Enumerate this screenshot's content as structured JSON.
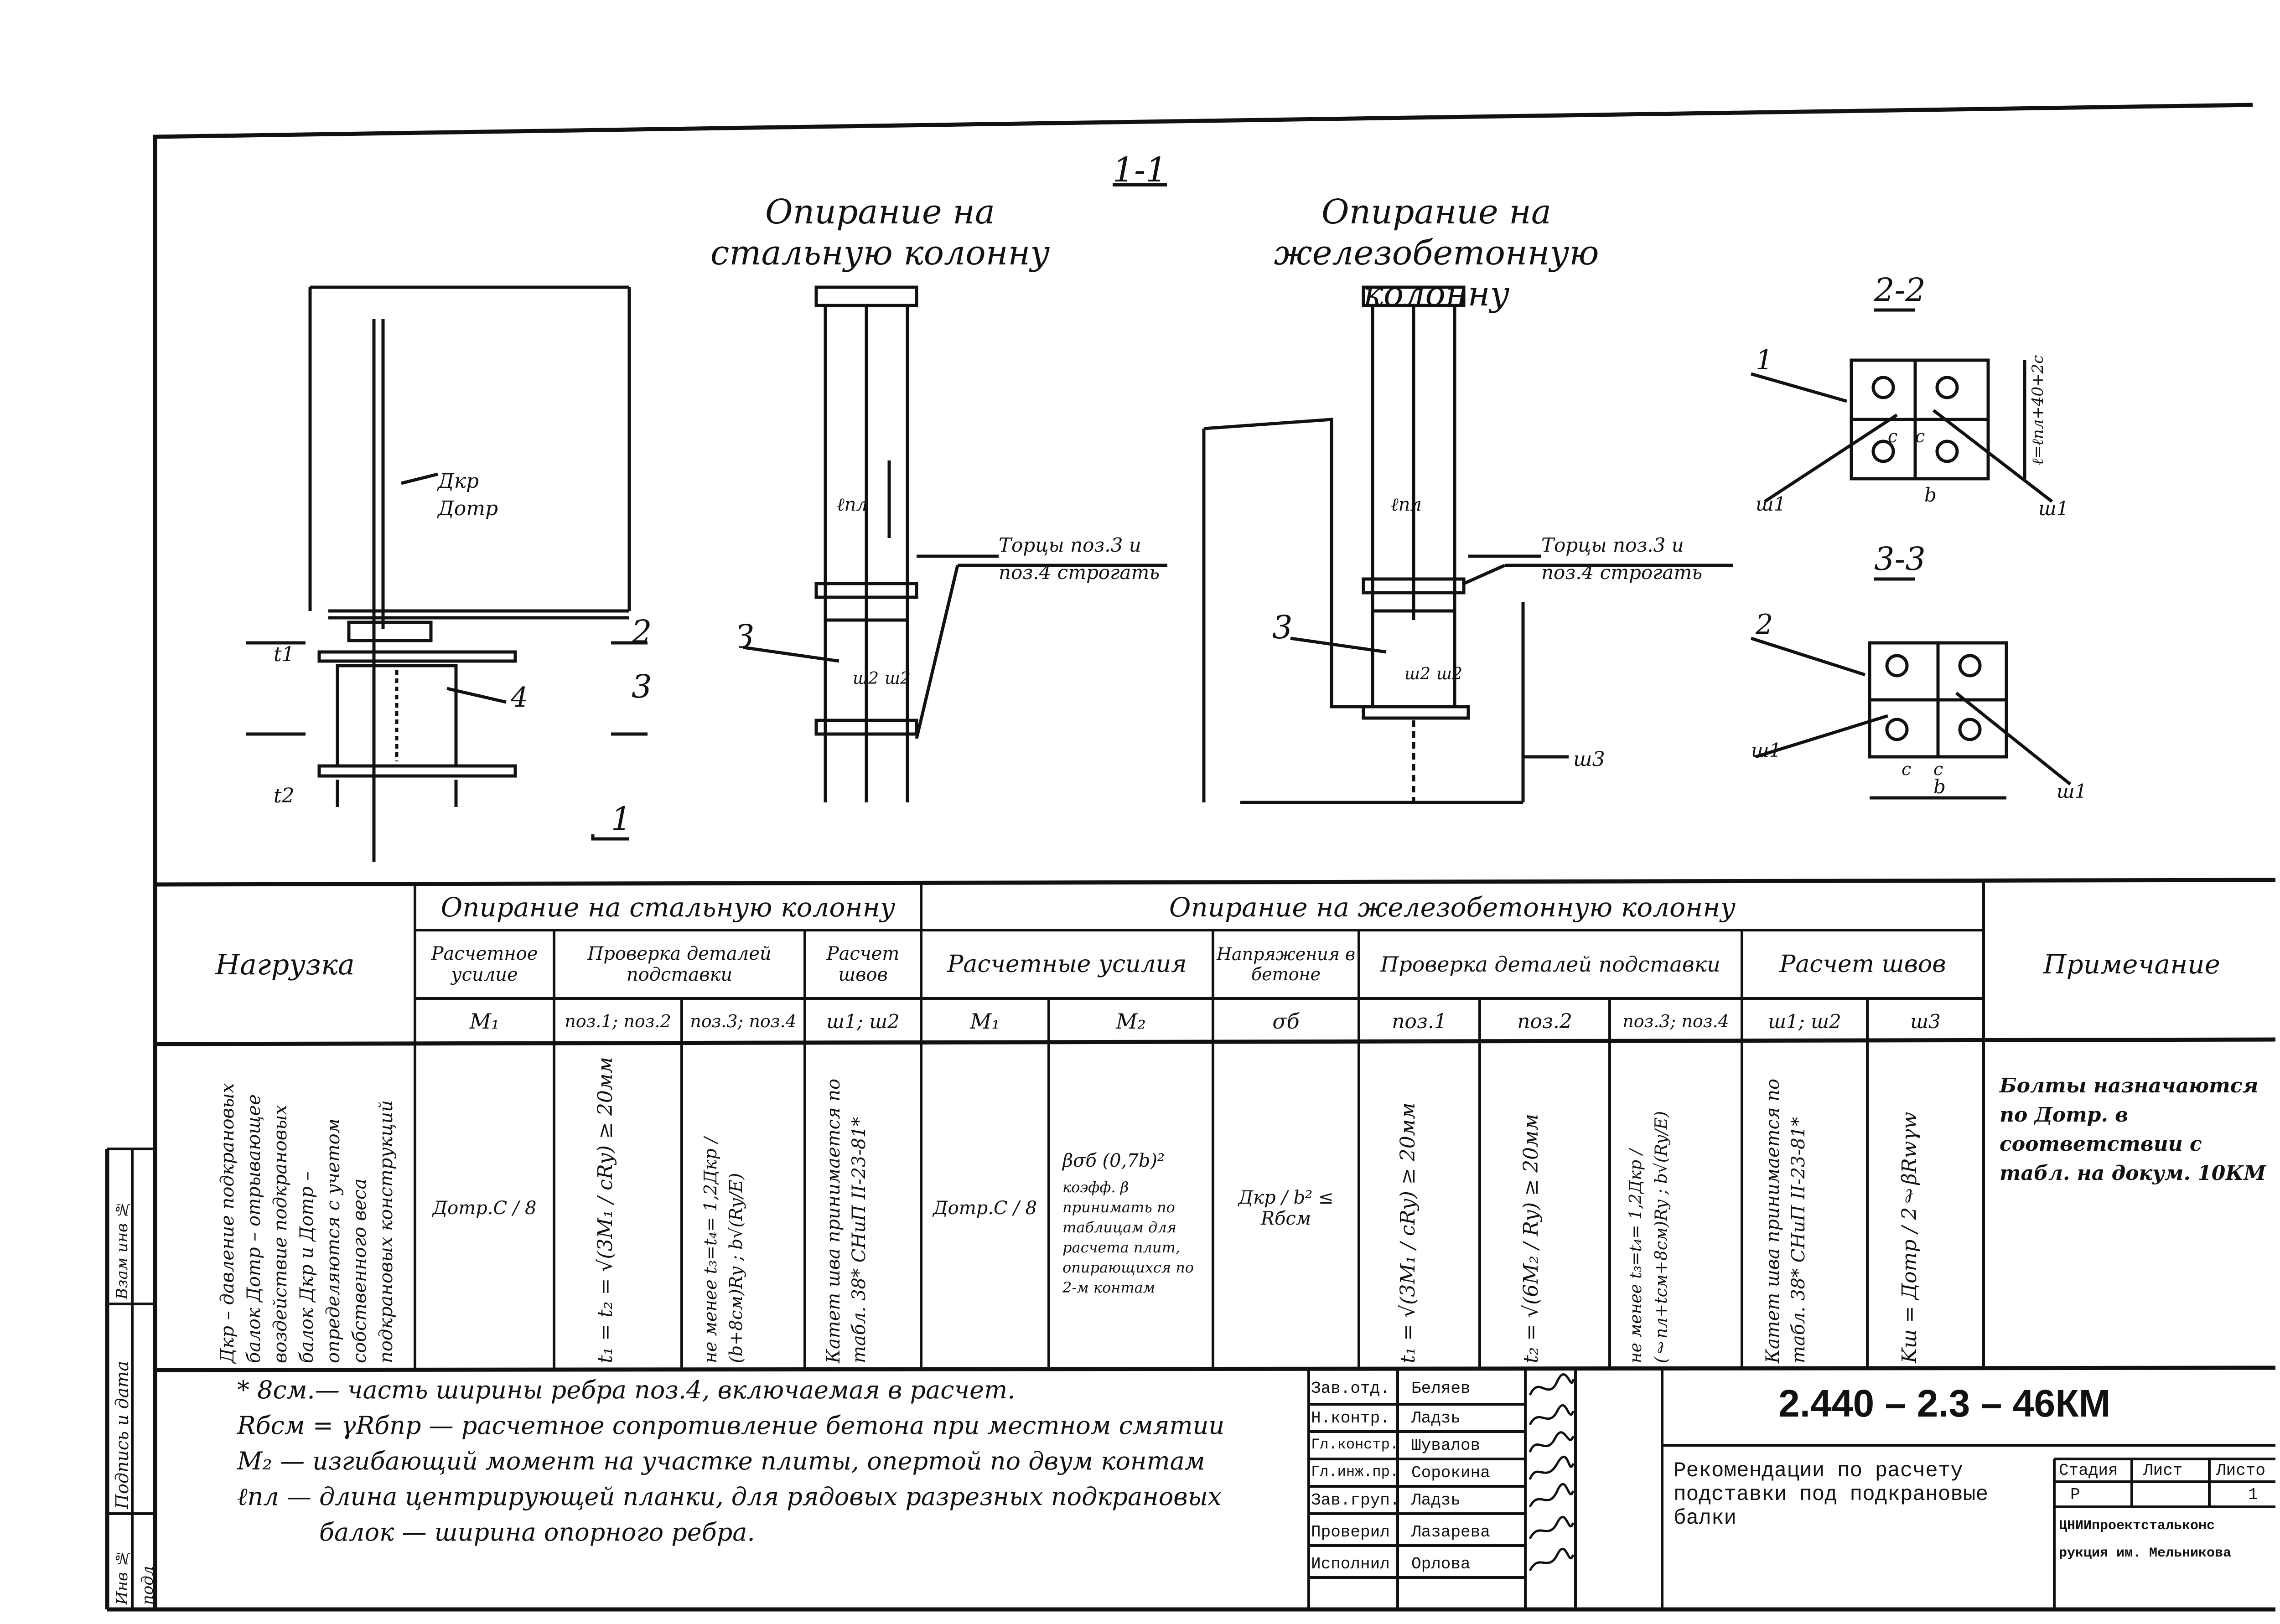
{
  "drawing": {
    "section_marker": "1-1",
    "view_left_title": "Опирание на стальную колонну",
    "view_right_title": "Опирание на железобетонную колонну",
    "section_22": "2-2",
    "section_33": "3-3",
    "cut_labels": {
      "one": "1",
      "two": "2",
      "three": "3"
    },
    "leader_beam": "Дкр",
    "leader_beam2": "Дотр",
    "leader_pos4": "4",
    "leader_pos3": "3",
    "leader_lpl": "ℓпл",
    "leader_t1": "t1",
    "leader_t2": "t2",
    "weld_w1": "ш1",
    "weld_w2": "ш2",
    "weld_w3": "ш3",
    "end_note_line1": "Торцы поз.3 и",
    "end_note_line2": "поз.4 строгать",
    "dim_c": "c",
    "dim_b": "b",
    "dim_l": "ℓ=ℓпл+40+2c",
    "pos1": "1",
    "pos2": "2"
  },
  "table": {
    "col_load": "Нагрузка",
    "group_steel": "Опирание на стальную колонну",
    "group_concrete": "Опирание на железобетонную колонну",
    "col_note": "Примечание",
    "sub": {
      "calc_force": "Расчетное усилие",
      "check_details": "Проверка деталей подставки",
      "weld_calc": "Расчет швов",
      "calc_forces": "Расчетные усилия",
      "concrete_stress": "Напряжения в бетоне",
      "check_details2": "Проверка деталей подставки",
      "weld_calc2": "Расчет швов"
    },
    "heads": [
      "M₁",
      "поз.1; поз.2",
      "поз.3; поз.4",
      "ш1; ш2",
      "M₁",
      "M₂",
      "σб",
      "поз.1",
      "поз.2",
      "поз.3; поз.4",
      "ш1; ш2",
      "ш3"
    ],
    "load_text": "Дкр – давление подкрановых балок Дотр – отрывающее воздействие подкрановых балок Дкр и Дотр – определяются с учетом собственного веса подкрановых конструкций",
    "cells": [
      "Дотр.С / 8",
      "t₁ = t₂ = √(3M₁ / cRy) ≥ 20мм",
      "не менее t₃=t₄= 1,2Дкр / (b+8см)Ry ; b√(Ry/E)",
      "Катет шва принимается по табл. 38* СНиП II-23-81*",
      "Дотр.С / 8",
      "βσб (0,7b)²",
      "Дкр / b² ≤ Rбсм",
      "t₁ = √(3M₁ / cRy) ≥ 20мм",
      "t₂ = √(6M₂ / Ry) ≥ 20мм",
      "не менее t₃=t₄= 1,2Дкр / (ℓпл+tсм+8см)Ry ; b√(Ry/E)",
      "Катет шва принимается по табл. 38* СНиП II-23-81*",
      "Kш = Дотр / 2ℓβRwγw"
    ],
    "m2_note": "коэфф. β принимать по таблицам для расчета плит, опирающихся по 2-м контам",
    "note_text": "Болты назначаются по Дотр. в соответствии с табл. на докум. 10КМ"
  },
  "footnotes": [
    "* 8см.— часть ширины ребра поз.4, включаемая в расчет.",
    "Rбсм = γRбпр — расчетное сопротивление бетона при местном смятии",
    "M₂ — изгибающий момент на участке плиты, опертой по двум контам",
    "ℓпл — длина центрирующей планки, для рядовых разрезных подкрановых",
    "балок — ширина опорного ребра."
  ],
  "side_stamp": [
    "Инв № подл",
    "Подпись и дата",
    "Взам инв №"
  ],
  "title_block": {
    "doc_number": "2.440 – 2.3 – 46КМ",
    "staff": [
      {
        "role": "Зав.отд.",
        "name": "Беляев"
      },
      {
        "role": "Н.контр.",
        "name": "Ладзь"
      },
      {
        "role": "Гл.констр.",
        "name": "Шувалов"
      },
      {
        "role": "Гл.инж.пр.",
        "name": "Сорокина"
      },
      {
        "role": "Зав.груп.",
        "name": "Ладзь"
      },
      {
        "role": "Проверил",
        "name": "Лазарева"
      },
      {
        "role": "Исполнил",
        "name": "Орлова"
      }
    ],
    "title_text": "Рекомендации по расчету подставки под подкрановые балки",
    "stage_label": "Стадия",
    "sheet_label": "Лист",
    "sheets_label": "Листо",
    "stage_value": "Р",
    "sheet_value": "1",
    "org_line1": "ЦНИИпроектстальконс",
    "org_line2": "рукция им. Мельникова"
  }
}
